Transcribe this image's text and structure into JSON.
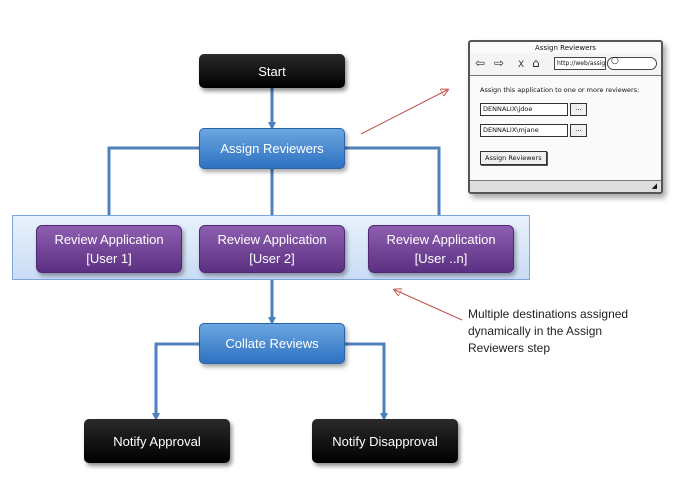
{
  "nodes": {
    "start": "Start",
    "assign_reviewers": "Assign Reviewers",
    "review_user1": {
      "line1": "Review Application",
      "line2": "[User 1]"
    },
    "review_user2": {
      "line1": "Review Application",
      "line2": "[User 2]"
    },
    "review_usern": {
      "line1": "Review Application",
      "line2": "[User ..n]"
    },
    "collate_reviews": "Collate Reviews",
    "notify_approval": "Notify Approval",
    "notify_disapproval": "Notify Disapproval"
  },
  "annotation": {
    "line1": "Multiple destinations assigned",
    "line2": "dynamically in the Assign",
    "line3": "Reviewers step"
  },
  "mockup": {
    "window_title": "Assign Reviewers",
    "nav_back": "⇦",
    "nav_forward": "⇨",
    "nav_close": "X",
    "nav_home": "⌂",
    "url": "http://web/assig",
    "instruction": "Assign this application to one or more reviewers:",
    "reviewers": [
      "DENNALIX\\jdoe",
      "DENNALIX\\mjane"
    ],
    "browse_label": "...",
    "assign_button": "Assign Reviewers",
    "search_glyph": "○"
  },
  "colors": {
    "connector": "#4f81bd",
    "annotation_arrow": "#c0504d",
    "black_node": "#000000",
    "blue_node": "#3d7fcc",
    "purple_node": "#6b3d92"
  }
}
